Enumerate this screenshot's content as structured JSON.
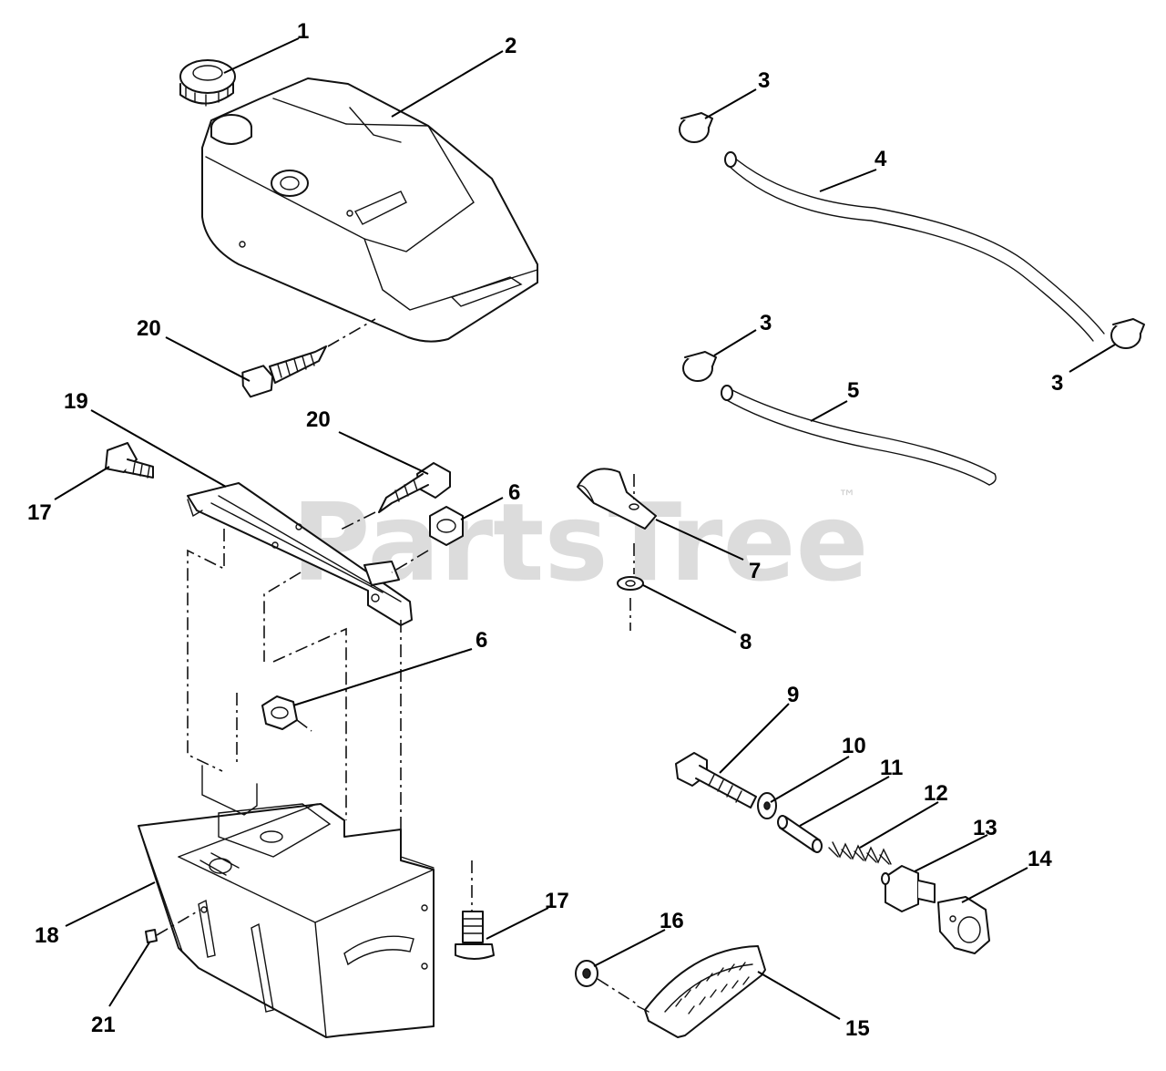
{
  "watermark": {
    "text": "PartsTree",
    "trademark": "™"
  },
  "callouts": {
    "c1": "1",
    "c2": "2",
    "c3a": "3",
    "c3b": "3",
    "c3c": "3",
    "c4": "4",
    "c5": "5",
    "c6a": "6",
    "c6b": "6",
    "c7": "7",
    "c8": "8",
    "c9": "9",
    "c10": "10",
    "c11": "11",
    "c12": "12",
    "c13": "13",
    "c14": "14",
    "c15": "15",
    "c16": "16",
    "c17a": "17",
    "c17b": "17",
    "c18": "18",
    "c19": "19",
    "c20a": "20",
    "c20b": "20",
    "c21": "21"
  }
}
